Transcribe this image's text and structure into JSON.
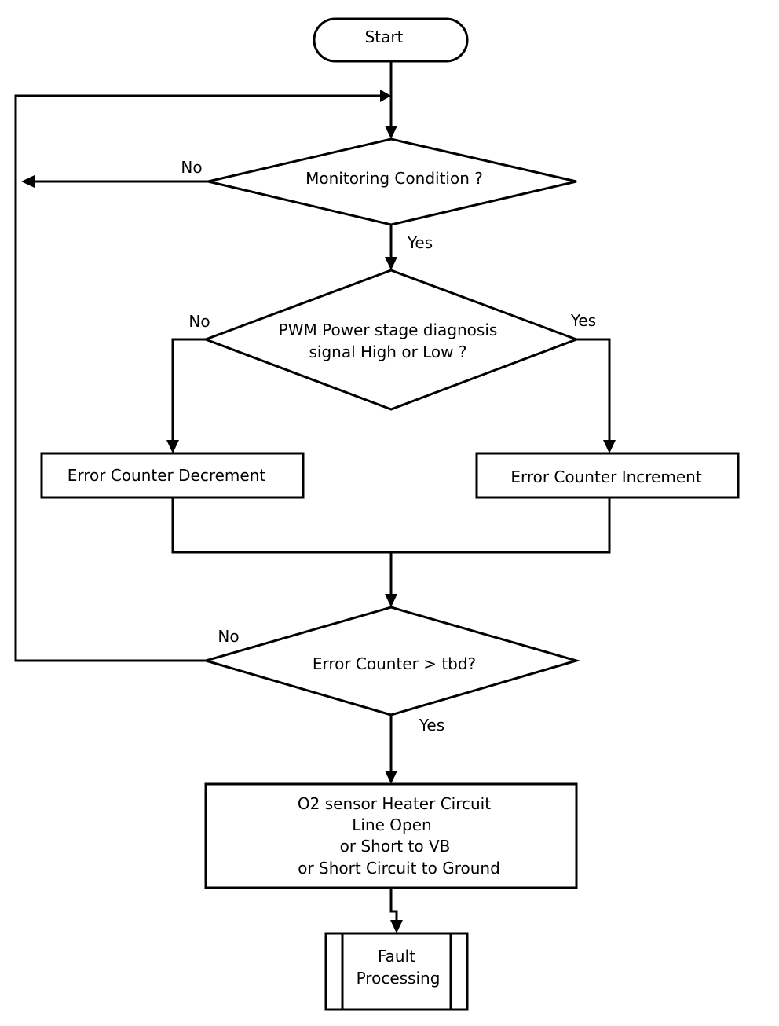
{
  "nodes": {
    "start": "Start",
    "monitoring": "Monitoring Condition ?",
    "pwm": [
      "PWM Power stage diagnosis",
      "signal High or Low ?"
    ],
    "decrement": "Error Counter Decrement",
    "increment": "Error Counter Increment",
    "threshold": "Error Counter > tbd?",
    "fault_detected": [
      "O2 sensor Heater Circuit",
      "Line Open",
      "or Short to VB",
      "or Short Circuit to Ground"
    ],
    "fault_processing": [
      "Fault",
      "Processing"
    ]
  },
  "labels": {
    "monitoring_no": "No",
    "monitoring_yes": "Yes",
    "pwm_no": "No",
    "pwm_yes": "Yes",
    "threshold_no": "No",
    "threshold_yes": "Yes"
  }
}
